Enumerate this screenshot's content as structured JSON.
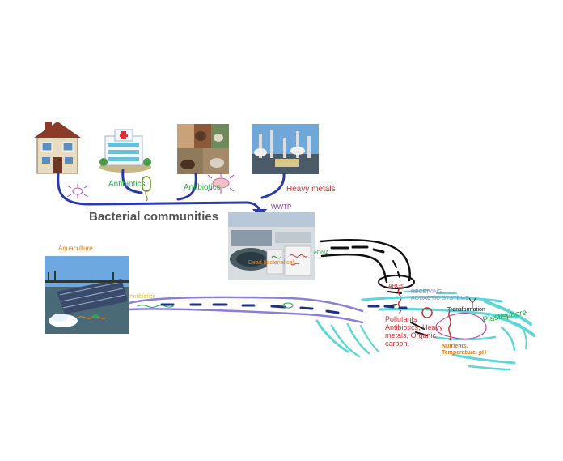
{
  "diagram": {
    "title": "Bacterial communities",
    "labels": {
      "antibiotics_hospital": "Antibiotics",
      "antibiotics_livestock": "Antibiotics",
      "heavy_metals": "Heavy metals",
      "wwtp": "WWTP",
      "aquaculture": "Aquaculture",
      "aquaculture_pipe": "Antibiotics",
      "dead_bacterial_cell": "Dead bacterial cell",
      "edna": "eDNA",
      "receiving_systems": "RECEIVING AQUACTIC SYSTEMS",
      "args": "ARGs",
      "transformation": "Transformation",
      "pollutants": "Pollutants Antibiotics, Heavy metals, Organic carbon,",
      "plastisphere": "Plastisphere",
      "nutrients": "Nutrients, Temperature, pH"
    },
    "sources": [
      {
        "name": "house-source"
      },
      {
        "name": "hospital-source"
      },
      {
        "name": "livestock-source"
      },
      {
        "name": "industry-source"
      }
    ],
    "colors": {
      "pipe_blue": "#2b3aa8",
      "flow_purple": "#8a7fd6",
      "water_cyan": "#5fd6d6",
      "antibiotic_green": "#22aa44",
      "metal_red": "#c83232",
      "wwtp_purple": "#8a3aa8",
      "aquaculture_orange": "#e07b1a"
    }
  }
}
